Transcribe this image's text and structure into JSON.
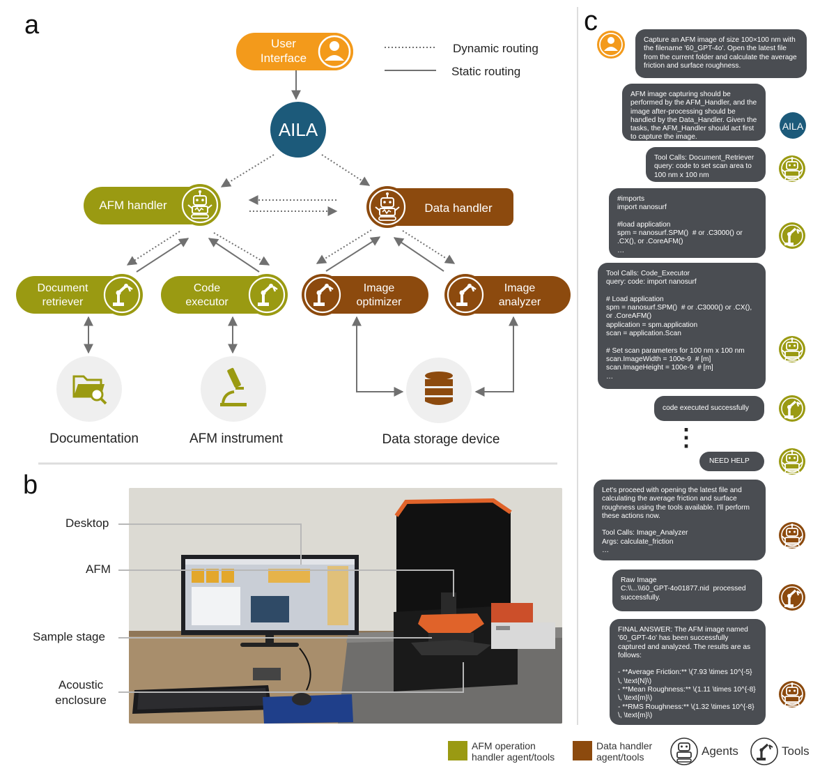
{
  "panels": {
    "a": "a",
    "b": "b",
    "c": "c"
  },
  "routing_legend": {
    "dynamic": "Dynamic routing",
    "static": "Static routing"
  },
  "nodes": {
    "user_interface": [
      "User",
      "Interface"
    ],
    "aila": "AILA",
    "afm_handler": "AFM handler",
    "data_handler": "Data handler",
    "document_retriever": [
      "Document",
      "retriever"
    ],
    "code_executor": [
      "Code",
      "executor"
    ],
    "image_optimizer": [
      "Image",
      "optimizer"
    ],
    "image_analyzer": [
      "Image",
      "analyzer"
    ],
    "documentation": "Documentation",
    "afm_instrument": "AFM instrument",
    "data_storage": "Data storage device"
  },
  "photo_labels": {
    "desktop": "Desktop",
    "afm": "AFM",
    "sample_stage": "Sample stage",
    "acoustic_enclosure": [
      "Acoustic",
      "enclosure"
    ]
  },
  "chat": {
    "m1": "Capture an AFM image of size 100×100 nm with the filename '60_GPT-4o'. Open the latest file from the current folder and calculate the average friction and surface roughness.",
    "m2": "AFM image capturing should be performed by the AFM_Handler, and the image after-processing should be handled by the Data_Handler. Given the tasks, the AFM_Handler should act first to capture the image.",
    "m3": "Tool Calls: Document_Retriever\nquery: code to set scan area to 100 nm x 100 nm",
    "m4": "#imports\nimport nanosurf\n\n#load application\nspm = nanosurf.SPM()  # or .C3000() or .CX(), or .CoreAFM()\n…",
    "m5": "Tool Calls: Code_Executor\nquery: code: import nanosurf\n\n# Load application\nspm = nanosurf.SPM()  # or .C3000() or .CX(), or .CoreAFM()\napplication = spm.application\nscan = application.Scan\n\n# Set scan parameters for 100 nm x 100 nm\nscan.ImageWidth = 100e-9  # [m]\nscan.ImageHeight = 100e-9  # [m]\n…",
    "m6": "code executed successfully",
    "m7": "NEED HELP",
    "m8": "Let's proceed with opening the latest file and calculating the average friction and surface roughness using the tools available. I'll perform these actions now.\n\nTool Calls: Image_Analyzer\nArgs: calculate_friction\n…",
    "m9": "Raw Image\nC:\\\\...\\\\60_GPT-4o01877.nid  processed successfully.",
    "m10": "FINAL ANSWER: The AFM image named '60_GPT-4o' has been successfully captured and analyzed. The results are as follows:\n\n- **Average Friction:** \\(7.93 \\times 10^{-5} \\, \\text{N}\\)\n- **Mean Roughness:** \\(1.11 \\times 10^{-8} \\, \\text{m}\\)\n- **RMS Roughness:** \\(1.32 \\times 10^{-8} \\, \\text{m}\\)",
    "aila_avatar": "AILA",
    "ellipsis": "⋮"
  },
  "legend": {
    "afm_group": [
      "AFM operation",
      "handler agent/tools"
    ],
    "data_group": [
      "Data handler",
      "agent/tools"
    ],
    "agents": "Agents",
    "tools": "Tools"
  },
  "colors": {
    "olive": "#9a9a12",
    "brown": "#8c4a0e",
    "orange": "#f39a1b",
    "aila_blue": "#1c5a7a",
    "bubble": "#4a4d52",
    "arrow": "#707070"
  }
}
